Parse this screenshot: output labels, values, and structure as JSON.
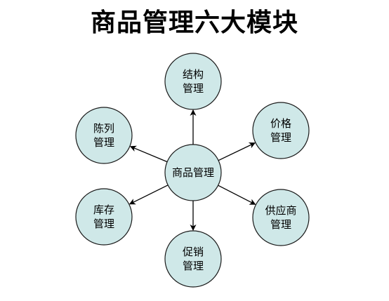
{
  "title": "商品管理六大模块",
  "colors": {
    "node_fill": "#cfe8e8",
    "node_stroke": "#1a1a1a",
    "arrow": "#000000"
  },
  "center": {
    "label": "商品管理"
  },
  "modules": [
    {
      "id": "structure",
      "lines": [
        "结构",
        "管理"
      ]
    },
    {
      "id": "price",
      "lines": [
        "价格",
        "管理"
      ]
    },
    {
      "id": "supplier",
      "lines": [
        "供应商",
        "管理"
      ]
    },
    {
      "id": "promotion",
      "lines": [
        "促销",
        "管理"
      ]
    },
    {
      "id": "inventory",
      "lines": [
        "库存",
        "管理"
      ]
    },
    {
      "id": "display",
      "lines": [
        "陈列",
        "管理"
      ]
    }
  ]
}
